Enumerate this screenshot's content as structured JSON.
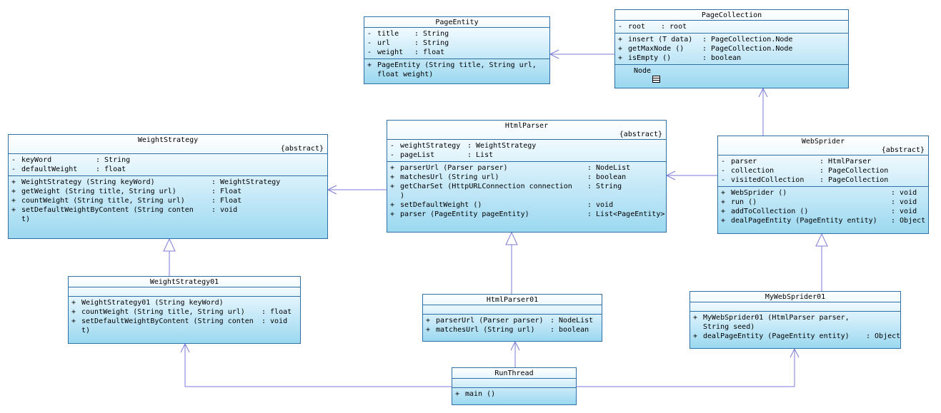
{
  "classes": {
    "page_entity": {
      "name": "PageEntity",
      "attributes": [
        {
          "vis": "-",
          "name": "title",
          "type": ": String"
        },
        {
          "vis": "-",
          "name": "url",
          "type": ": String"
        },
        {
          "vis": "-",
          "name": "weight",
          "type": ": float"
        }
      ],
      "operations": [
        {
          "vis": "+",
          "name": "PageEntity (String title, String url,",
          "type": ""
        },
        {
          "vis": "",
          "name": "float weight)",
          "type": ""
        }
      ]
    },
    "page_collection": {
      "name": "PageCollection",
      "attributes": [
        {
          "vis": "-",
          "name": "root",
          "type": ": root"
        }
      ],
      "operations": [
        {
          "vis": "+",
          "name": "insert (T data)",
          "type": ": PageCollection.Node"
        },
        {
          "vis": "+",
          "name": "getMaxNode ()",
          "type": ": PageCollection.Node"
        },
        {
          "vis": "+",
          "name": "isEmpty ()",
          "type": ": boolean"
        }
      ],
      "nested": "Node"
    },
    "weight_strategy": {
      "name": "WeightStrategy",
      "stereotype": "{abstract}",
      "attributes": [
        {
          "vis": "-",
          "name": "keyWord",
          "type": ": String"
        },
        {
          "vis": "-",
          "name": "defaultWeight",
          "type": ": float"
        }
      ],
      "operations": [
        {
          "vis": "+",
          "name": "WeightStrategy (String keyWord)",
          "type": ": WeightStrategy"
        },
        {
          "vis": "+",
          "name": "getWeight (String title, String url)",
          "type": ": Float"
        },
        {
          "vis": "+",
          "name": "countWeight (String title, String url)",
          "type": ": Float"
        },
        {
          "vis": "+",
          "name": "setDefaultWeightByContent (String conten",
          "type": ": void"
        },
        {
          "vis": "",
          "name": "t)",
          "type": ""
        }
      ]
    },
    "html_parser": {
      "name": "HtmlParser",
      "stereotype": "{abstract}",
      "attributes": [
        {
          "vis": "-",
          "name": "weightStrategy",
          "type": ": WeightStrategy"
        },
        {
          "vis": "-",
          "name": "pageList",
          "type": ": List"
        }
      ],
      "operations": [
        {
          "vis": "+",
          "name": "parserUrl (Parser parser)",
          "type": ": NodeList"
        },
        {
          "vis": "+",
          "name": "matchesUrl (String url)",
          "type": ": boolean"
        },
        {
          "vis": "+",
          "name": "getCharSet (HttpURLConnection connection",
          "type": ": String"
        },
        {
          "vis": "",
          "name": ")",
          "type": ""
        },
        {
          "vis": "+",
          "name": "setDefaultWeight ()",
          "type": ": void"
        },
        {
          "vis": "+",
          "name": "parser (PageEntity pageEntity)",
          "type": ": List<PageEntity>"
        }
      ]
    },
    "web_sprider": {
      "name": "WebSprider",
      "stereotype": "{abstract}",
      "attributes": [
        {
          "vis": "-",
          "name": "parser",
          "type": ": HtmlParser"
        },
        {
          "vis": "-",
          "name": "collection",
          "type": ": PageCollection"
        },
        {
          "vis": "-",
          "name": "visitedCollection",
          "type": ": PageCollection"
        }
      ],
      "operations": [
        {
          "vis": "+",
          "name": "WebSprider ()",
          "type": ": void"
        },
        {
          "vis": "+",
          "name": "run ()",
          "type": ": void"
        },
        {
          "vis": "+",
          "name": "addToCollection ()",
          "type": ": void"
        },
        {
          "vis": "+",
          "name": "dealPageEntity (PageEntity entity)",
          "type": ": Object"
        }
      ]
    },
    "weight_strategy01": {
      "name": "WeightStrategy01",
      "attributes": [],
      "operations": [
        {
          "vis": "+",
          "name": "WeightStrategy01 (String keyWord)",
          "type": ""
        },
        {
          "vis": "+",
          "name": "countWeight (String title, String url)",
          "type": ": float"
        },
        {
          "vis": "+",
          "name": "setDefaultWeightByContent (String conten",
          "type": ": void"
        },
        {
          "vis": "",
          "name": "t)",
          "type": ""
        }
      ]
    },
    "html_parser01": {
      "name": "HtmlParser01",
      "attributes": [],
      "operations": [
        {
          "vis": "+",
          "name": "parserUrl (Parser parser)",
          "type": ": NodeList"
        },
        {
          "vis": "+",
          "name": "matchesUrl (String url)",
          "type": ": boolean"
        }
      ]
    },
    "my_web_sprider01": {
      "name": "MyWebSprider01",
      "attributes": [],
      "operations": [
        {
          "vis": "+",
          "name": "MyWebSprider01 (HtmlParser parser,",
          "type": ""
        },
        {
          "vis": "",
          "name": "String seed)",
          "type": ""
        },
        {
          "vis": "+",
          "name": "dealPageEntity (PageEntity entity)",
          "type": ": Object"
        }
      ]
    },
    "run_thread": {
      "name": "RunThread",
      "attributes": [],
      "operations": [
        {
          "vis": "+",
          "name": "main ()",
          "type": ""
        }
      ]
    }
  },
  "colors": {
    "border": "#2f6fa3",
    "fill_top": "#ffffff",
    "fill_bottom": "#9bd8f0",
    "connector": "#7b7bd8"
  }
}
